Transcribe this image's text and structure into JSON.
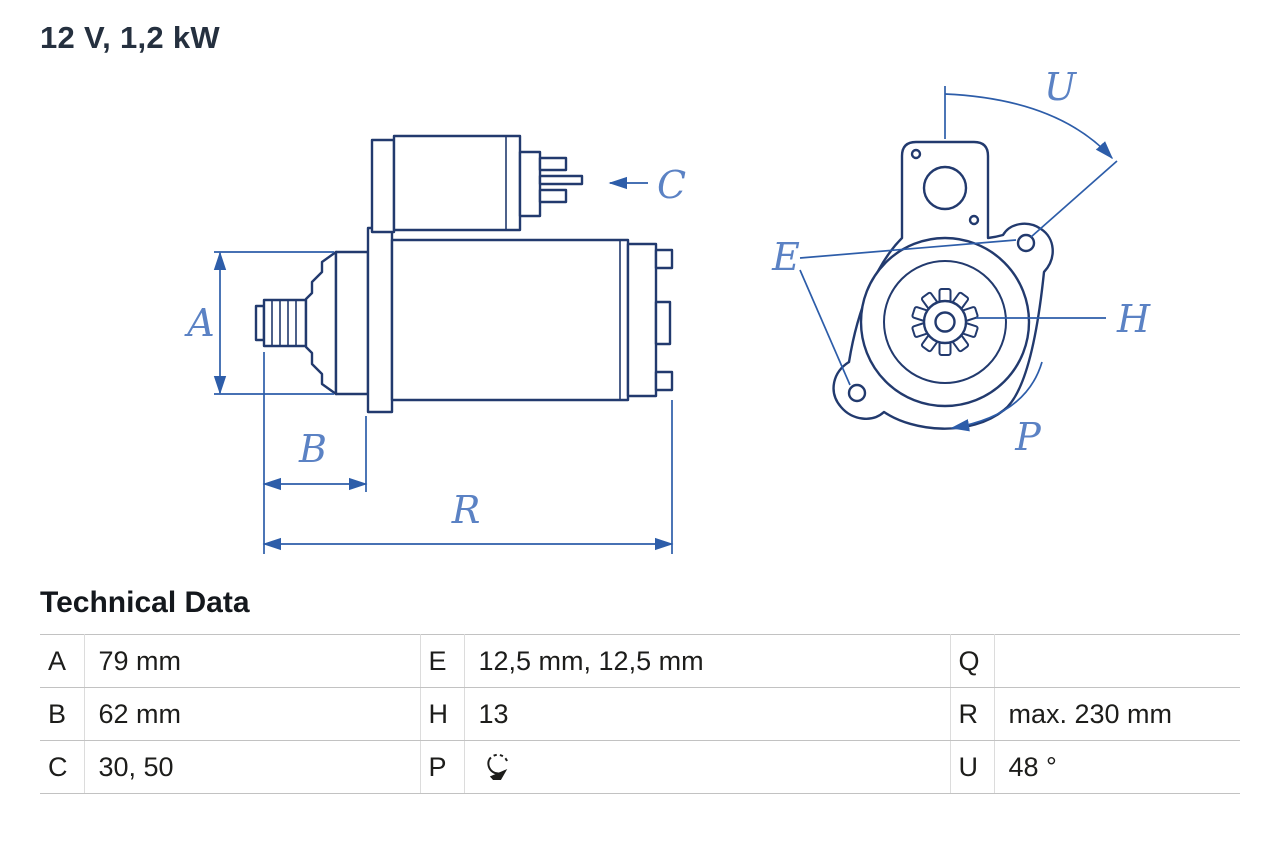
{
  "page": {
    "title": "12 V, 1,2 kW"
  },
  "diagram": {
    "description": "starter-motor side view and front view with dimension callouts",
    "labels": {
      "a": "A",
      "b": "B",
      "c": "C",
      "r": "R",
      "e": "E",
      "h": "H",
      "p": "P",
      "u": "U"
    }
  },
  "technical_data": {
    "heading": "Technical Data",
    "rows": [
      [
        {
          "k": "A",
          "v": "79 mm"
        },
        {
          "k": "E",
          "v": "12,5 mm, 12,5 mm"
        },
        {
          "k": "Q",
          "v": ""
        }
      ],
      [
        {
          "k": "B",
          "v": "62 mm"
        },
        {
          "k": "H",
          "v": "13"
        },
        {
          "k": "R",
          "v": "max. 230 mm"
        }
      ],
      [
        {
          "k": "C",
          "v": "30, 50"
        },
        {
          "k": "P",
          "v": ""
        },
        {
          "k": "U",
          "v": "48 °"
        }
      ]
    ]
  },
  "colors": {
    "outline": "#223a6e",
    "dimension_line": "#2d5da9",
    "dimension_label": "#5b82c4",
    "table_border": "#c2c2c2",
    "text": "#1d1d1b"
  }
}
